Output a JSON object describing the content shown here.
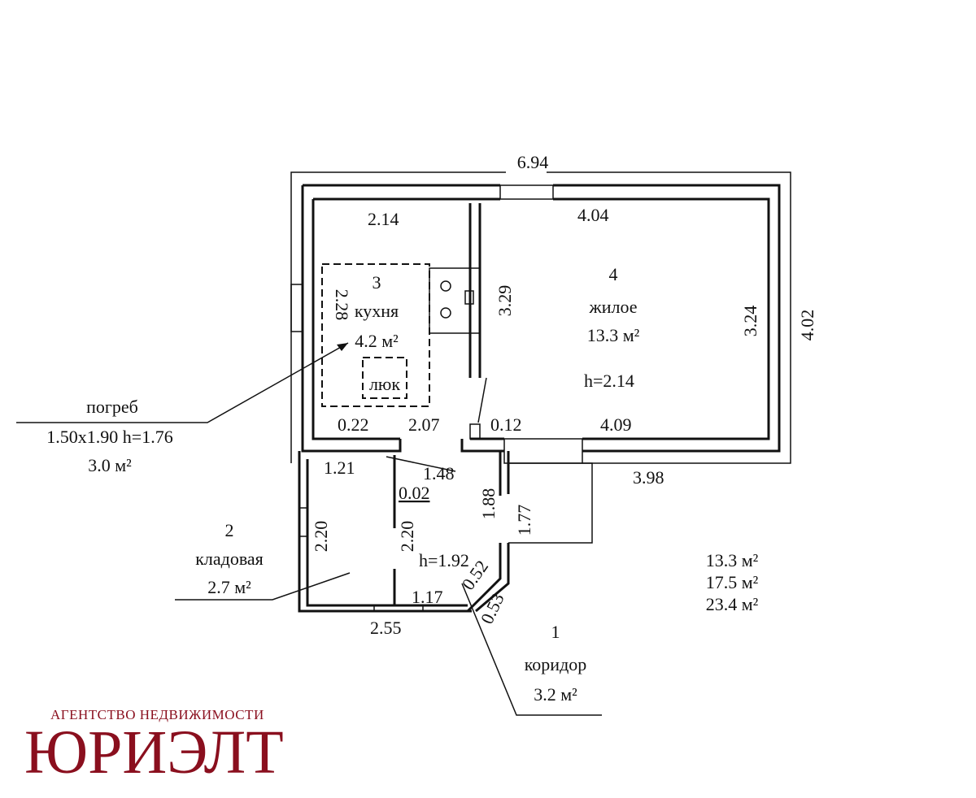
{
  "dimensions": {
    "top_total": "6.94",
    "right_total": "4.02",
    "kitchen_top": "2.14",
    "living_top": "4.04",
    "living_right": "3.24",
    "partition": "3.29",
    "kitchen_left": "2.28",
    "kitchen_bottom_left": "0.22",
    "kitchen_bottom": "2.07",
    "stub": "0.12",
    "living_bottom": "4.09",
    "outside_bottom": "3.98",
    "storage_top": "1.21",
    "corridor_top": "1.48",
    "corridor_offset": "0.02",
    "storage_left": "2.20",
    "storage_right": "2.20",
    "corridor_right": "1.88",
    "porch": "1.77",
    "corridor_bottom": "1.17",
    "diag1": "0.52",
    "diag2": "0.53",
    "storage_bottom": "2.55",
    "corridor_height": "h=1.92",
    "living_height": "h=2.14"
  },
  "rooms": [
    {
      "num": "1",
      "name": "коридор",
      "area": "3.2 м²"
    },
    {
      "num": "2",
      "name": "кладовая",
      "area": "2.7 м²"
    },
    {
      "num": "3",
      "name": "кухня",
      "area": "4.2 м²"
    },
    {
      "num": "4",
      "name": "жилое",
      "area": "13.3 м²"
    }
  ],
  "hatch_label": "люк",
  "cellar": {
    "name": "погреб",
    "size": "1.50x1.90 h=1.76",
    "area": "3.0 м²"
  },
  "totals": [
    "13.3 м²",
    "17.5 м²",
    "23.4 м²"
  ],
  "brand": {
    "subtitle": "АГЕНТСТВО НЕДВИЖИМОСТИ",
    "name": "ЮРИЭЛТ",
    "color": "#8a0f1e"
  }
}
